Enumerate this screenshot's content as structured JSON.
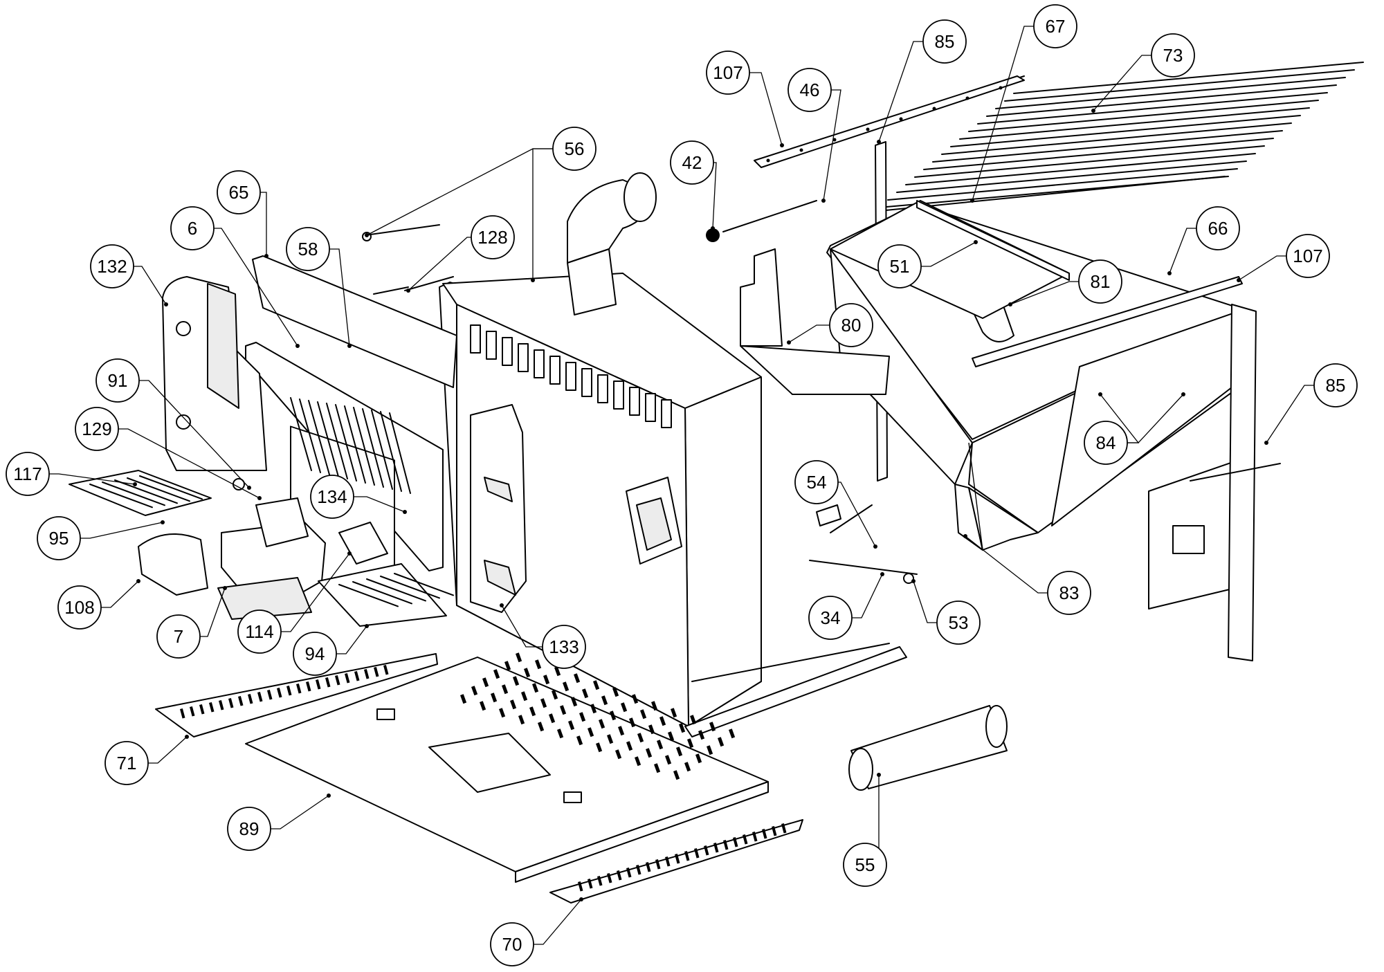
{
  "callouts": [
    {
      "label": "107"
    },
    {
      "label": "85"
    },
    {
      "label": "67"
    },
    {
      "label": "73"
    },
    {
      "label": "46"
    },
    {
      "label": "42"
    },
    {
      "label": "56"
    },
    {
      "label": "65"
    },
    {
      "label": "6"
    },
    {
      "label": "58"
    },
    {
      "label": "128"
    },
    {
      "label": "132"
    },
    {
      "label": "66"
    },
    {
      "label": "107"
    },
    {
      "label": "51"
    },
    {
      "label": "81"
    },
    {
      "label": "80"
    },
    {
      "label": "91"
    },
    {
      "label": "129"
    },
    {
      "label": "117"
    },
    {
      "label": "134"
    },
    {
      "label": "54"
    },
    {
      "label": "84"
    },
    {
      "label": "85"
    },
    {
      "label": "95"
    },
    {
      "label": "108"
    },
    {
      "label": "7"
    },
    {
      "label": "114"
    },
    {
      "label": "94"
    },
    {
      "label": "133"
    },
    {
      "label": "34"
    },
    {
      "label": "53"
    },
    {
      "label": "83"
    },
    {
      "label": "71"
    },
    {
      "label": "89"
    },
    {
      "label": "55"
    },
    {
      "label": "70"
    }
  ]
}
